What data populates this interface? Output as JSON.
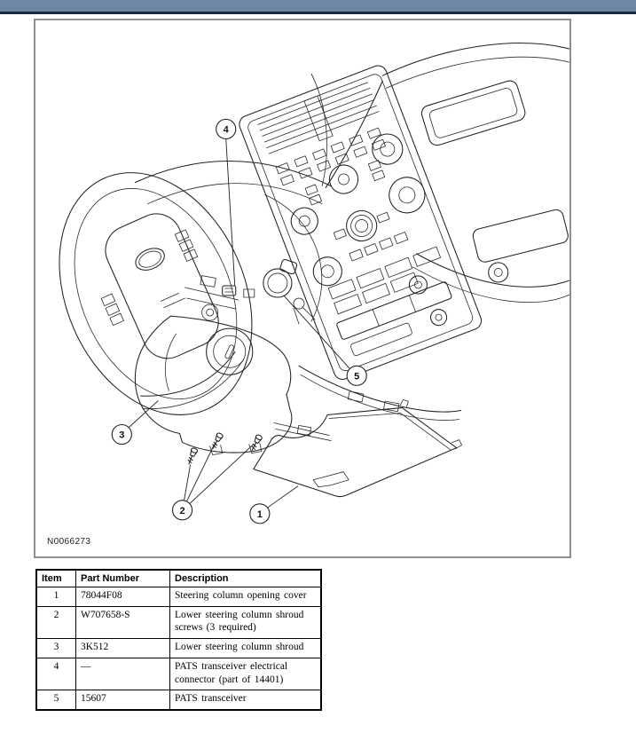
{
  "top_bar": {
    "color": "#6d87a5",
    "underline_color": "#1c2a40"
  },
  "figure": {
    "label": "N0066273",
    "callouts": [
      "1",
      "2",
      "3",
      "4",
      "5"
    ]
  },
  "table": {
    "headers": [
      "Item",
      "Part Number",
      "Description"
    ],
    "rows": [
      [
        "1",
        "78044F08",
        "Steering column opening cover"
      ],
      [
        "2",
        "W707658-S",
        "Lower steering column shroud screws (3 required)"
      ],
      [
        "3",
        "3K512",
        "Lower steering column shroud"
      ],
      [
        "4",
        "—",
        "PATS transceiver electrical connector (part of 14401)"
      ],
      [
        "5",
        "15607",
        "PATS transceiver"
      ]
    ]
  }
}
